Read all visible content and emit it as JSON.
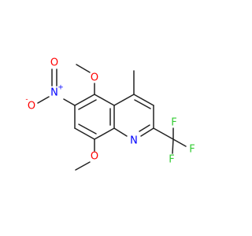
{
  "molecule": {
    "atoms": {
      "o_methoxy_top": "O",
      "o_methoxy_bottom": "O",
      "o_nitro_upper": "O",
      "o_nitro_minus": "O",
      "minus_sign": "-",
      "n_nitro": "N",
      "plus_sign": "+",
      "n_ring": "N",
      "f_top": "F",
      "f_right": "F",
      "f_left": "F"
    }
  },
  "colors": {
    "bond": "#222222",
    "carbon_label": "#222222",
    "oxygen": "#ff0000",
    "nitrogen": "#0000ff",
    "fluorine": "#33cc33"
  }
}
